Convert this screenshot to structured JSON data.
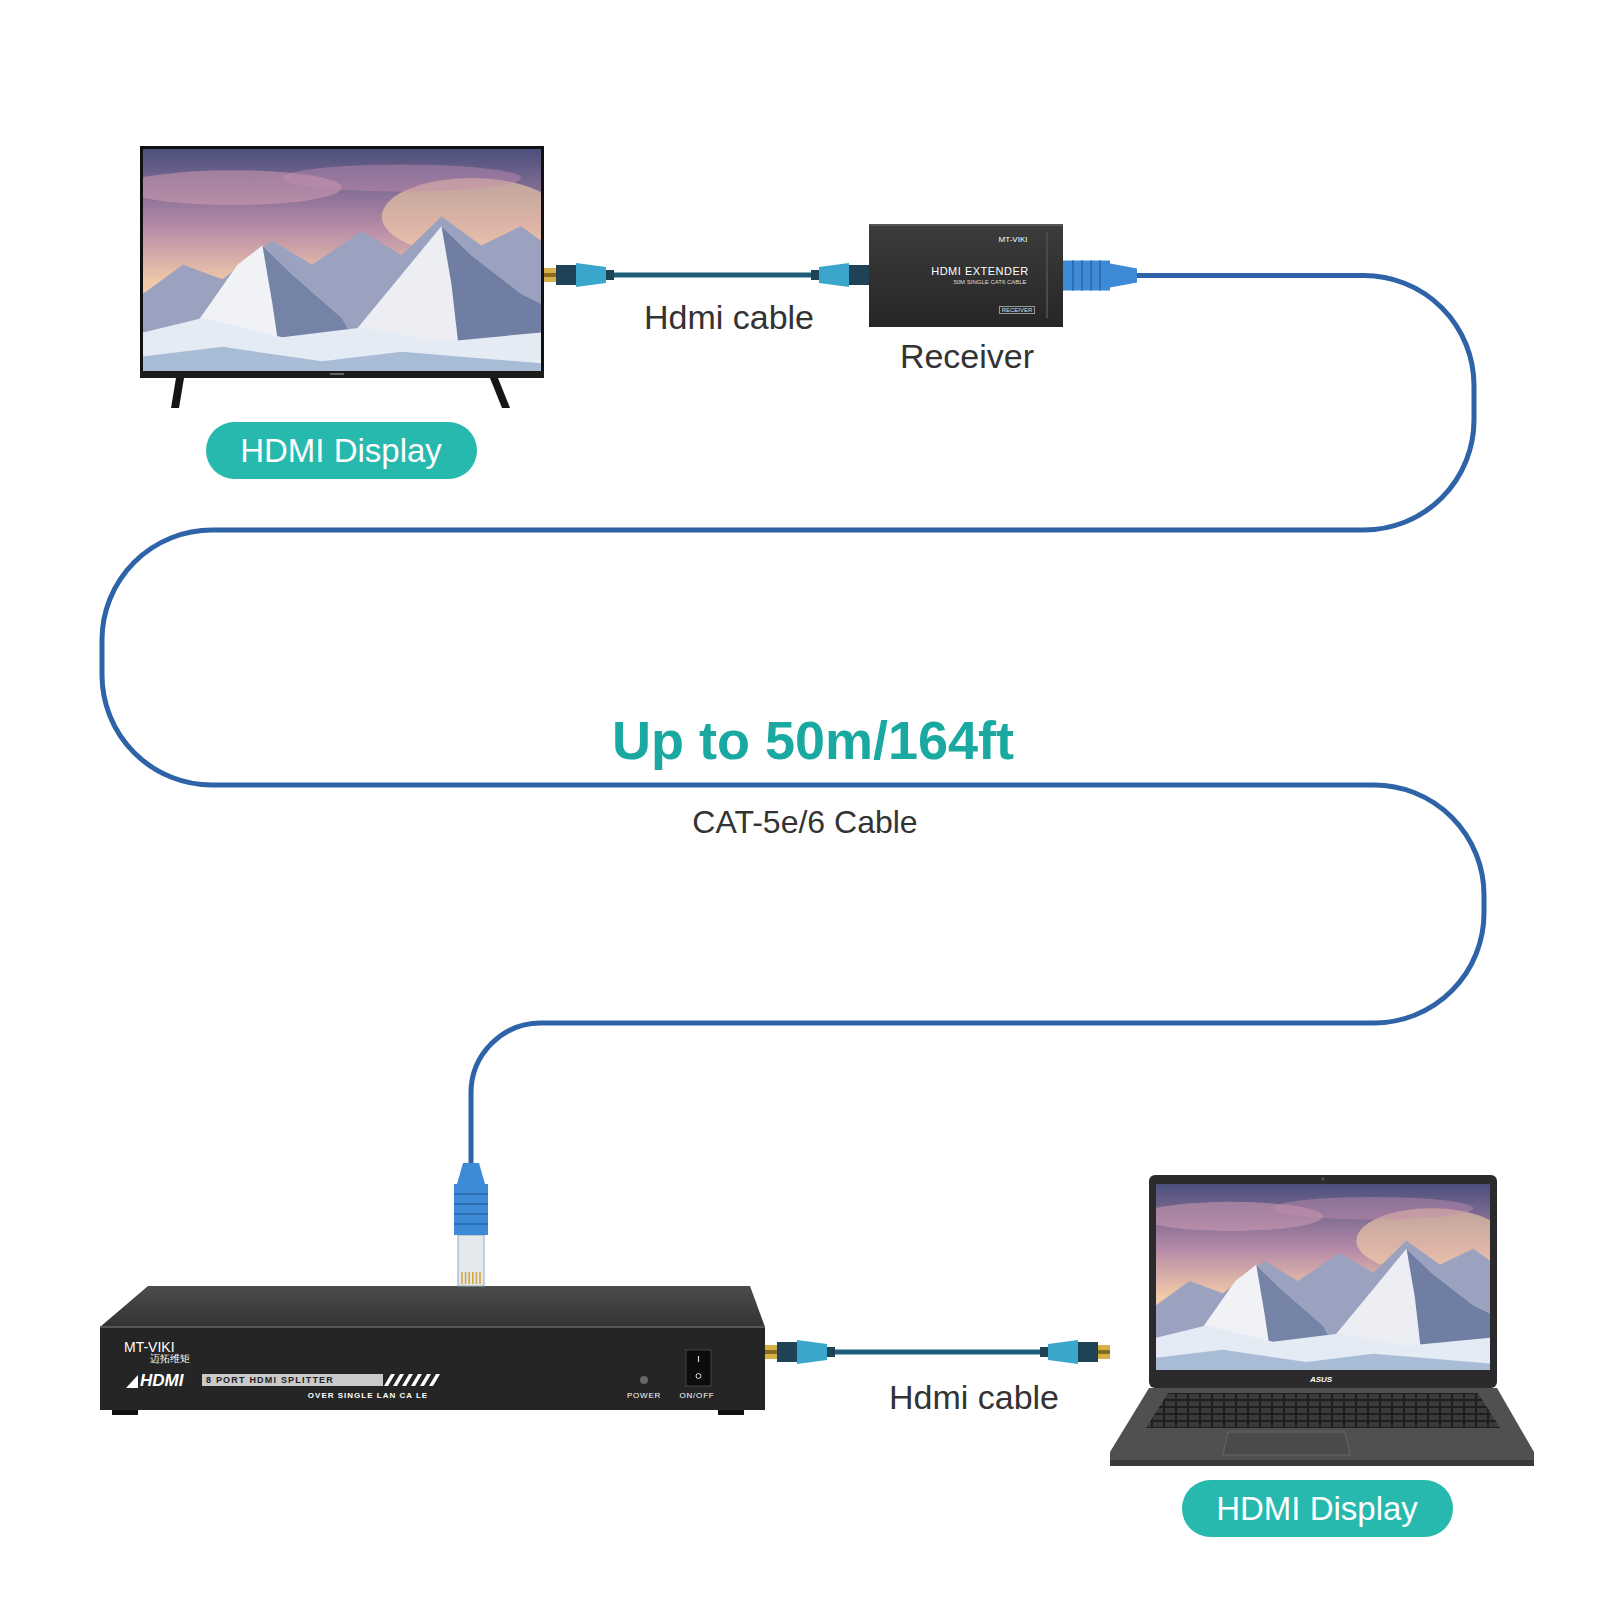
{
  "diagram": {
    "nodes": [
      {
        "text": [
          "HDMI Display"
        ]
      },
      {
        "text": [
          "MT-VIKI",
          "HDMI EXTENDER",
          "50M SINGLE CAT6 CABLE",
          "RECEIVER",
          "Receiver"
        ]
      },
      {
        "text": [
          "MT-VIKI",
          "迈拓维矩",
          "HDMI",
          "8 PORT HDMI SPLITTER",
          "OVER SINGLE LAN CA LE",
          "POWER",
          "ON/OFF"
        ]
      },
      {
        "text": [
          "ASUS",
          "HDMI Display"
        ]
      }
    ],
    "edges": [
      {
        "from": 0,
        "to": 1,
        "arrow": "none",
        "label": "Hdmi cable"
      },
      {
        "from": 1,
        "to": 2,
        "arrow": "none",
        "label": "CAT-5e/6 Cable"
      },
      {
        "from": 2,
        "to": 3,
        "arrow": "none",
        "label": "Hdmi cable"
      }
    ],
    "labels": [
      "Up to 50m/164ft"
    ]
  }
}
